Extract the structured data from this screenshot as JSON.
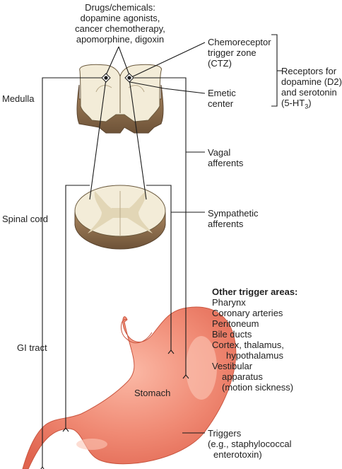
{
  "drugs": {
    "line1": "Drugs/chemicals:",
    "line2": "dopamine agonists,",
    "line3": "cancer chemotherapy,",
    "line4": "apomorphine, digoxin"
  },
  "ctz": {
    "line1": "Chemoreceptor",
    "line2": "trigger zone",
    "line3": "(CTZ)"
  },
  "receptors": {
    "line1": "Receptors for",
    "line2": "dopamine (D2)",
    "line3": "and serotonin",
    "line4_prefix": "(5-HT",
    "line4_sub": "3",
    "line4_suffix": ")"
  },
  "emetic": {
    "line1": "Emetic",
    "line2": "center"
  },
  "left_labels": {
    "medulla": "Medulla",
    "spinal_cord": "Spinal cord",
    "gi_tract": "GI tract"
  },
  "vagal": {
    "line1": "Vagal",
    "line2": "afferents"
  },
  "sympathetic": {
    "line1": "Sympathetic",
    "line2": "afferents"
  },
  "other_triggers": {
    "title": "Other trigger areas:",
    "items": [
      "Pharynx",
      "Coronary arteries",
      "Peritoneum",
      "Bile ducts",
      "Cortex, thalamus,",
      "hypothalamus",
      "Vestibular",
      "apparatus",
      "(motion sickness)"
    ]
  },
  "stomach_label": "Stomach",
  "triggers": {
    "line1": "Triggers",
    "line2": "(e.g., staphylococcal",
    "line3": "enterotoxin)"
  },
  "colors": {
    "tissue": "#f3ecd8",
    "tissue_edge": "#6b5a3e",
    "tissue_side": "#8a6d4e",
    "grey_matter": "#e2d6b6",
    "stomach": "#f0826e",
    "stomach_highlight": "#fbc2b0",
    "line": "#1a1a1a"
  }
}
